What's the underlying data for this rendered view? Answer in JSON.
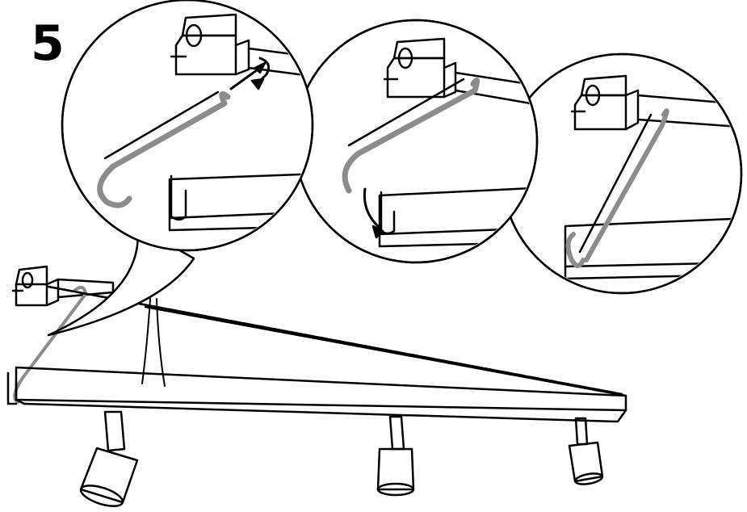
{
  "step": {
    "number": "5"
  },
  "colors": {
    "ink": "#000000",
    "hook": "#8c8c8c",
    "background": "#ffffff"
  },
  "callouts": [
    {
      "label": "hook-into-ceiling-bracket"
    },
    {
      "label": "hook-into-rail-clip"
    },
    {
      "label": "hook-installed"
    }
  ]
}
